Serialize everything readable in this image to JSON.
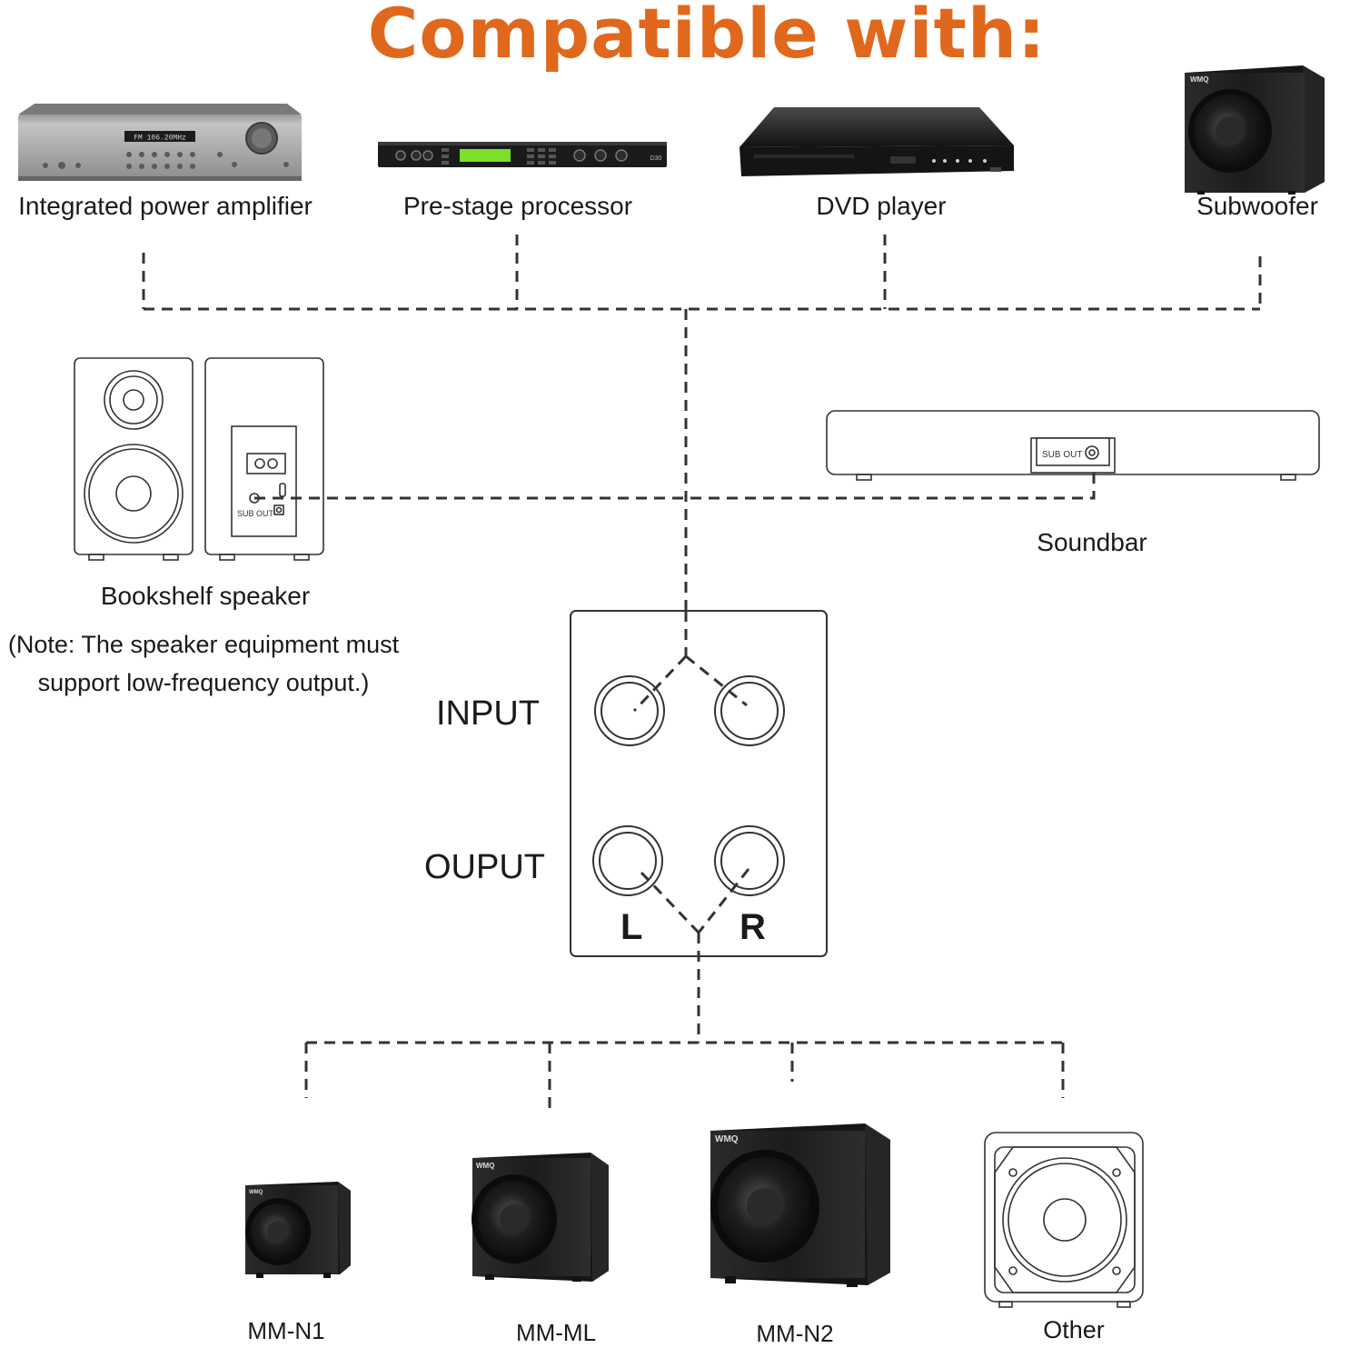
{
  "title": "Compatible with:",
  "sources": [
    {
      "label": "Integrated power amplifier",
      "display": "FM 106.20MHz"
    },
    {
      "label": "Pre-stage processor",
      "model": "D30"
    },
    {
      "label": "DVD player"
    },
    {
      "label": "Subwoofer",
      "brand": "WMQ"
    }
  ],
  "bookshelf": {
    "label": "Bookshelf speaker",
    "port": "SUB OUT",
    "note_line1": "(Note: The speaker equipment must",
    "note_line2": "support low-frequency output.)"
  },
  "soundbar": {
    "label": "Soundbar",
    "port": "SUB OUT"
  },
  "panel": {
    "input_label": "INPUT",
    "output_label": "OUPUT",
    "left_label": "L",
    "right_label": "R"
  },
  "targets": [
    {
      "label": "MM-N1",
      "brand": "WMQ"
    },
    {
      "label": "MM-ML",
      "brand": "WMQ"
    },
    {
      "label": "MM-N2",
      "brand": "WMQ"
    },
    {
      "label": "Other"
    }
  ],
  "colors": {
    "accent": "#e0681c",
    "line": "#333333"
  }
}
